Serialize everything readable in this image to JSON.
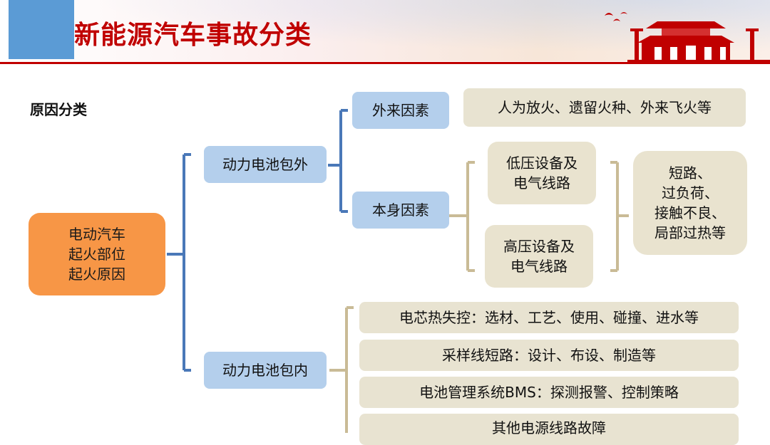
{
  "header": {
    "title": "新能源汽车事故分类"
  },
  "diagram": {
    "section_label": "原因分类",
    "root": "电动汽车\n起火部位\n起火原因",
    "outer": {
      "label": "动力电池包外",
      "external": {
        "label": "外来因素",
        "detail": "人为放火、遗留火种、外来飞火等"
      },
      "internal_factor": {
        "label": "本身因素",
        "low_voltage": "低压设备及\n电气线路",
        "high_voltage": "高压设备及\n电气线路",
        "faults": "短路、\n过负荷、\n接触不良、\n局部过热等"
      }
    },
    "inner": {
      "label": "动力电池包内",
      "items": [
        "电芯热失控：选材、工艺、使用、碰撞、进水等",
        "采样线短路：设计、布设、制造等",
        "电池管理系统BMS：探测报警、控制策略",
        "其他电源线路故障"
      ]
    }
  },
  "colors": {
    "title_red": "#c00000",
    "root_orange": "#f79646",
    "node_blue": "#b4cfec",
    "detail_beige": "#e8e3d1",
    "bracket_blue": "#4a78b8",
    "bracket_tan": "#c9bb96"
  }
}
